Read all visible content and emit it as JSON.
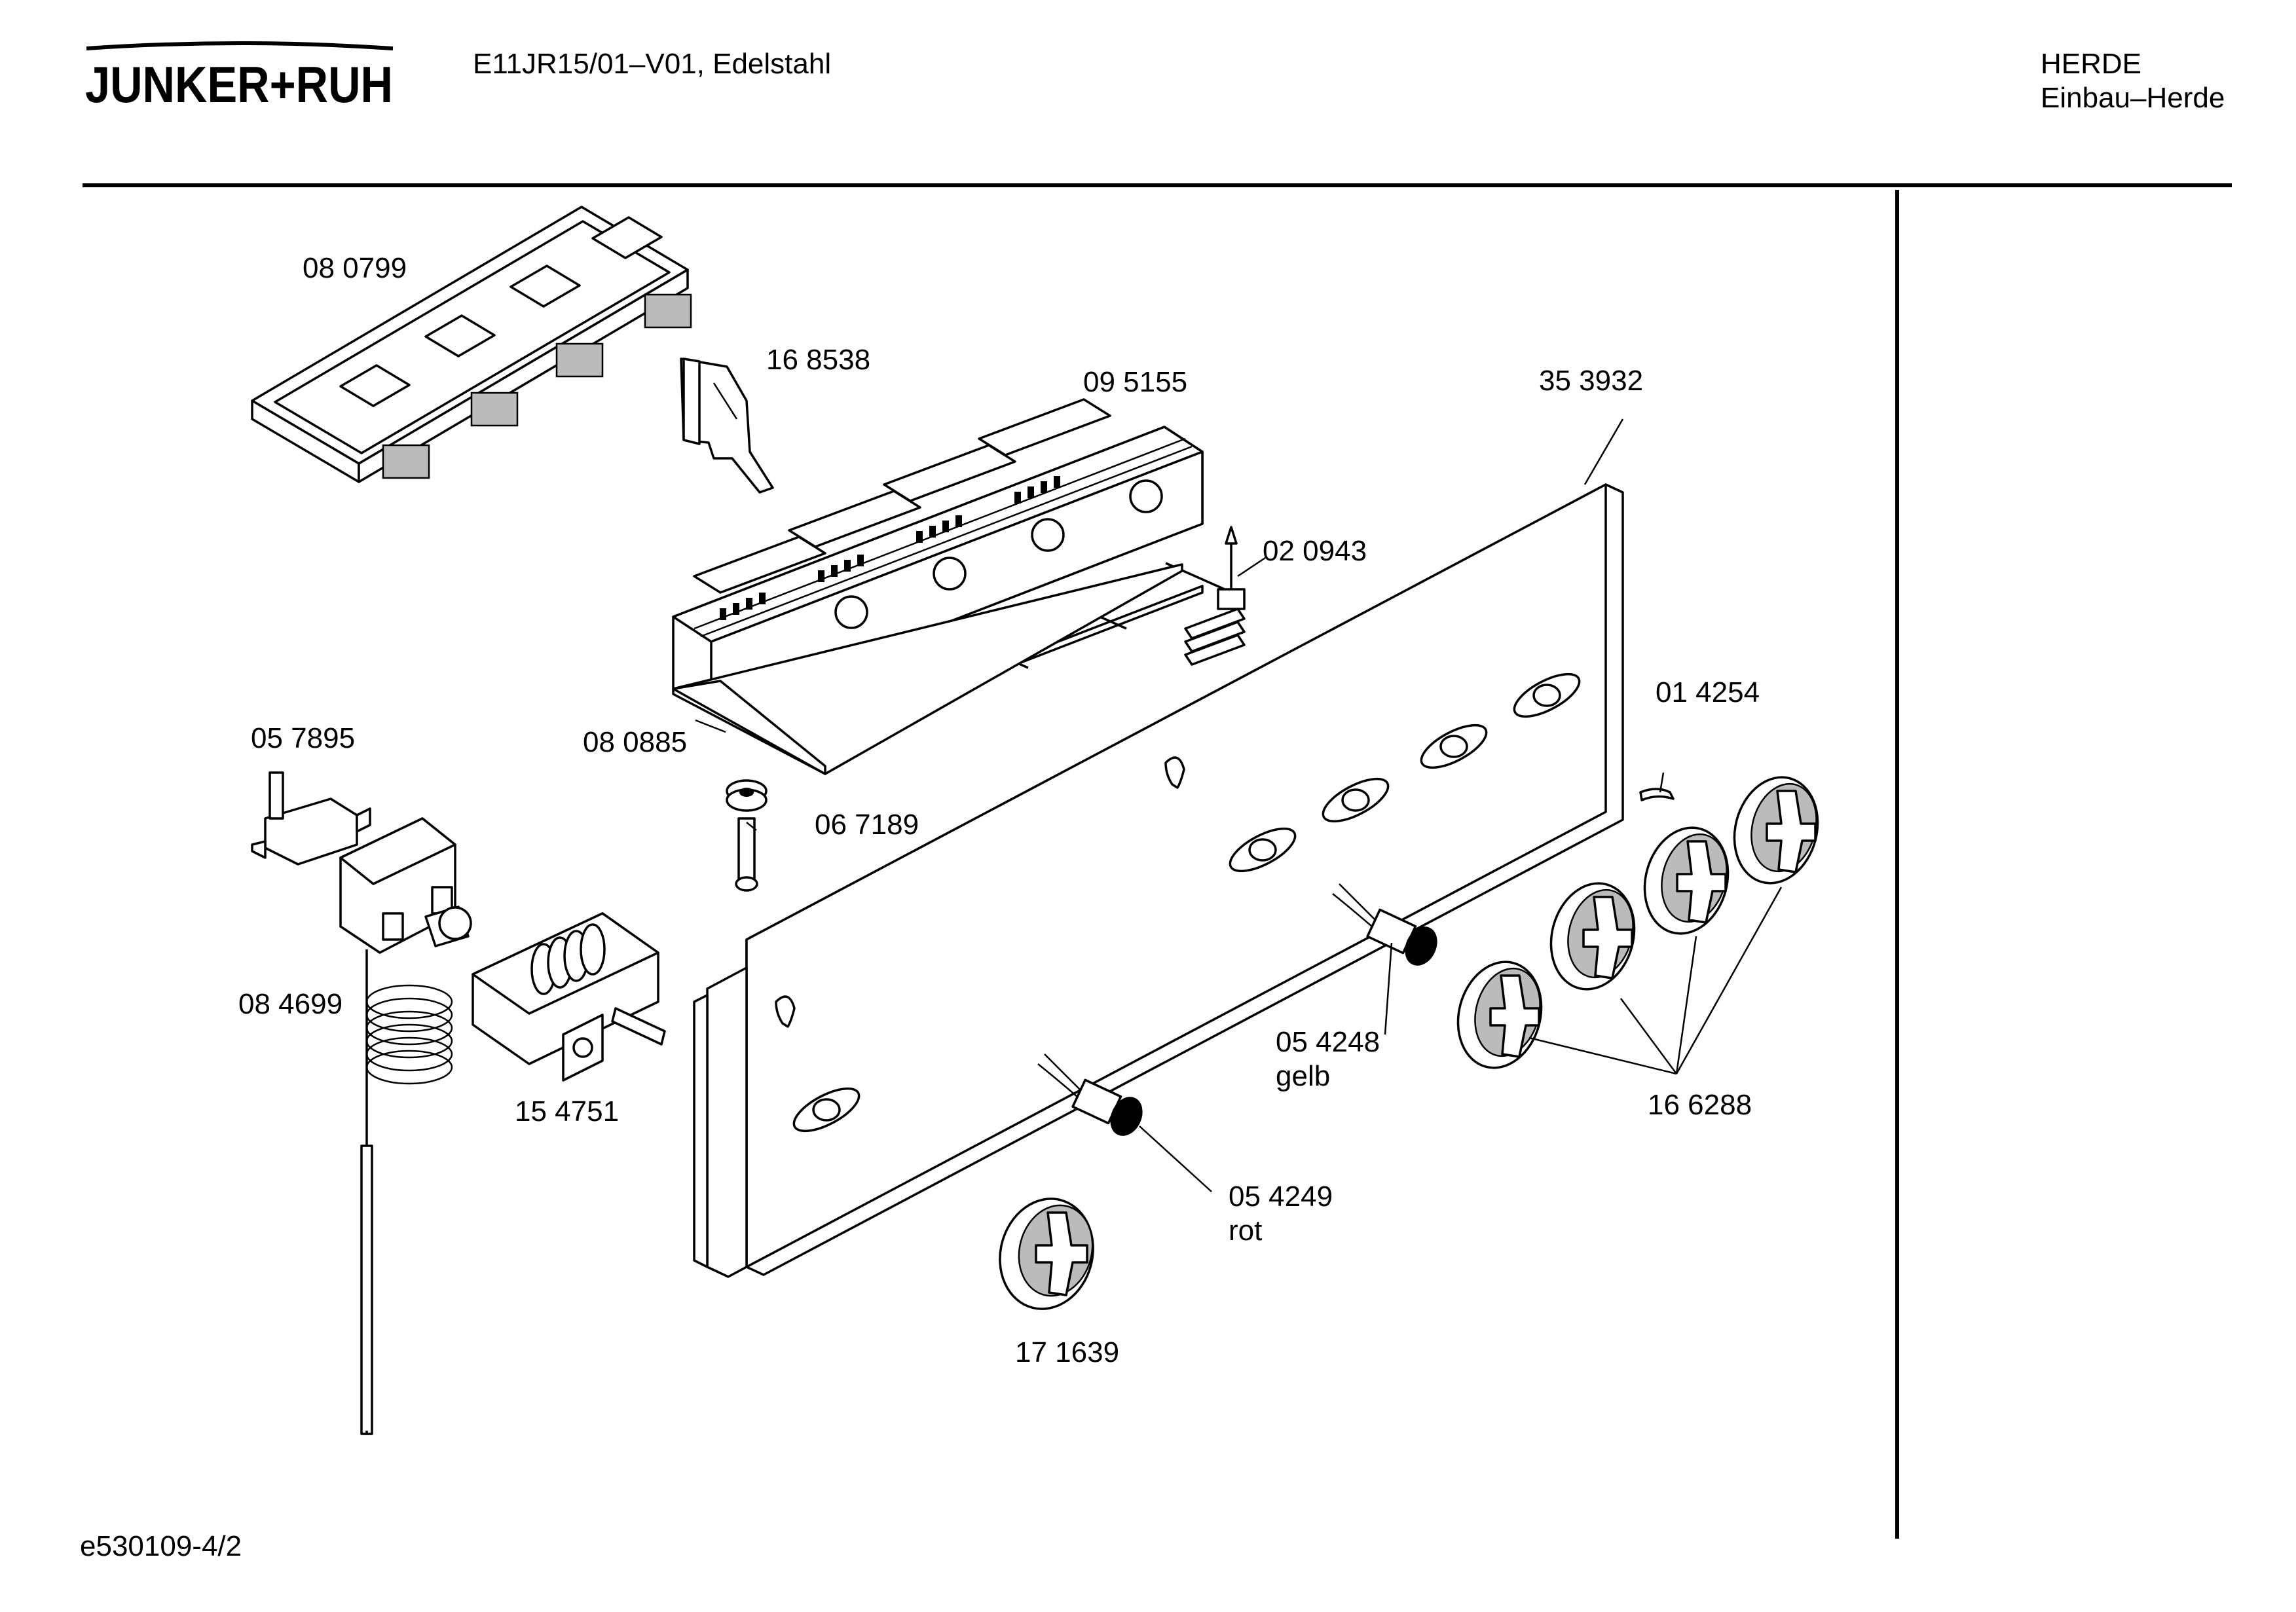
{
  "header": {
    "brand": "JUNKER+RUH",
    "model": "E11JR15/01–V01, Edelstahl",
    "category": "HERDE",
    "subcategory": "Einbau–Herde"
  },
  "footer": {
    "drawing_id": "e530109-4/2"
  },
  "parts": {
    "p080799": {
      "number": "08 0799"
    },
    "p168538": {
      "number": "16 8538"
    },
    "p095155": {
      "number": "09 5155"
    },
    "p353932": {
      "number": "35 3932"
    },
    "p020943": {
      "number": "02 0943"
    },
    "p080885": {
      "number": "08 0885"
    },
    "p014254": {
      "number": "01 4254"
    },
    "p057895": {
      "number": "05 7895"
    },
    "p067189": {
      "number": "06 7189"
    },
    "p084699": {
      "number": "08 4699"
    },
    "p154751": {
      "number": "15 4751"
    },
    "p054248": {
      "number": "05 4248",
      "note": "gelb"
    },
    "p166288": {
      "number": "16 6288"
    },
    "p054249": {
      "number": "05 4249",
      "note": "rot"
    },
    "p171639": {
      "number": "17 1639"
    }
  }
}
